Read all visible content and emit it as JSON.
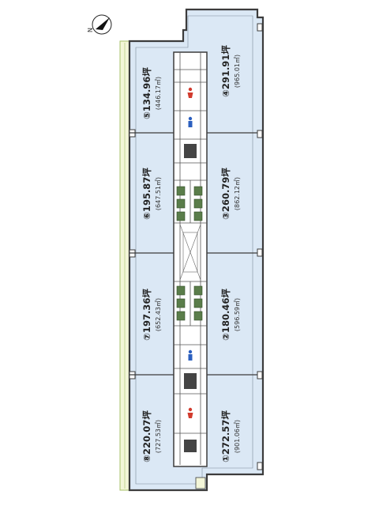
{
  "compass": {
    "north_label": "N"
  },
  "tenants": [
    {
      "num": "⑤",
      "tsubo": "134.96坪",
      "sqm": "(446.17㎡)"
    },
    {
      "num": "④",
      "tsubo": "291.91坪",
      "sqm": "(965.01㎡)"
    },
    {
      "num": "⑥",
      "tsubo": "195.87坪",
      "sqm": "(647.51㎡)"
    },
    {
      "num": "③",
      "tsubo": "260.79坪",
      "sqm": "(862.12㎡)"
    },
    {
      "num": "⑦",
      "tsubo": "197.36坪",
      "sqm": "(652.43㎡)"
    },
    {
      "num": "②",
      "tsubo": "180.46坪",
      "sqm": "(596.59㎡)"
    },
    {
      "num": "⑧",
      "tsubo": "220.07坪",
      "sqm": "(727.53㎡)"
    },
    {
      "num": "①",
      "tsubo": "272.57坪",
      "sqm": "(901.06㎡)"
    }
  ],
  "colors": {
    "office_fill": "#dbe8f5",
    "wall": "#3c3c3c",
    "balcony_fill": "#f3f6d8",
    "balcony_edge": "#a7c06a",
    "core_fill": "#ffffff",
    "elevator_fill": "#5a7d4a",
    "male_wc": "#2b5fbf",
    "female_wc": "#d23b2e"
  }
}
